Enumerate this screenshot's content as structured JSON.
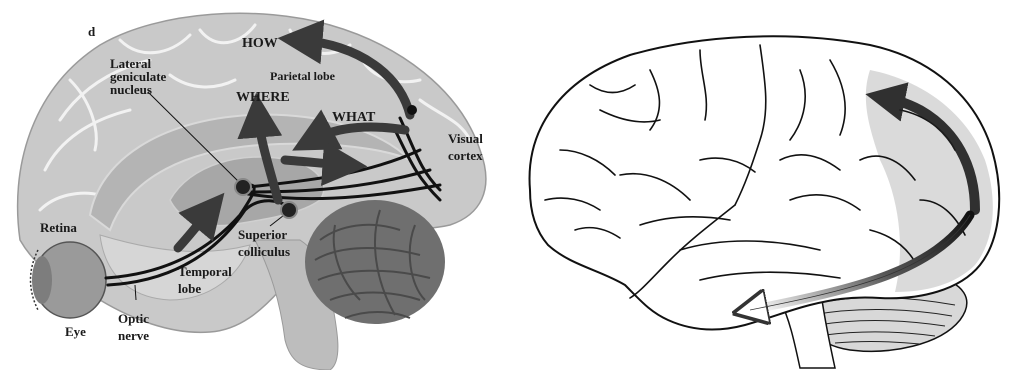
{
  "panel_left": {
    "letter": "d",
    "labels": {
      "how": "HOW",
      "where": "WHERE",
      "what": "WHAT",
      "parietal": "Parietal lobe",
      "lgn_1": "Lateral",
      "lgn_2": "geniculate",
      "lgn_3": "nucleus",
      "visual_1": "Visual",
      "visual_2": "cortex",
      "retina": "Retina",
      "superior_1": "Superior",
      "superior_2": "colliculus",
      "temporal_1": "Temporal",
      "temporal_2": "lobe",
      "optic_1": "Optic",
      "optic_2": "nerve",
      "eye": "Eye"
    },
    "colors": {
      "brain_fill": "#c9c9c9",
      "brain_inner": "#b0b0b0",
      "cerebellum": "#6f6f6f",
      "arrow": "#3a3a3a",
      "pathway": "#111111"
    }
  },
  "panel_right": {
    "colors": {
      "brain_fill": "#ffffff",
      "outline": "#111111",
      "stream_dark": "#1e1e1e",
      "stream_mid": "#8a8a8a",
      "cerebellum": "#d8d8d8"
    }
  }
}
